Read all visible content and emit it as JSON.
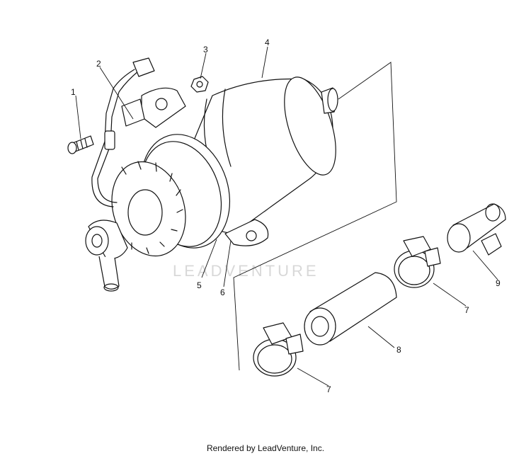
{
  "diagram": {
    "labels": {
      "p1": "1",
      "p2": "2",
      "p3": "3",
      "p4": "4",
      "p5": "5",
      "p6": "6",
      "p7a": "7",
      "p7b": "7",
      "p8": "8",
      "p9": "9"
    },
    "watermark": "LEADVENTURE"
  },
  "footer": {
    "text": "Rendered by LeadVenture, Inc."
  }
}
